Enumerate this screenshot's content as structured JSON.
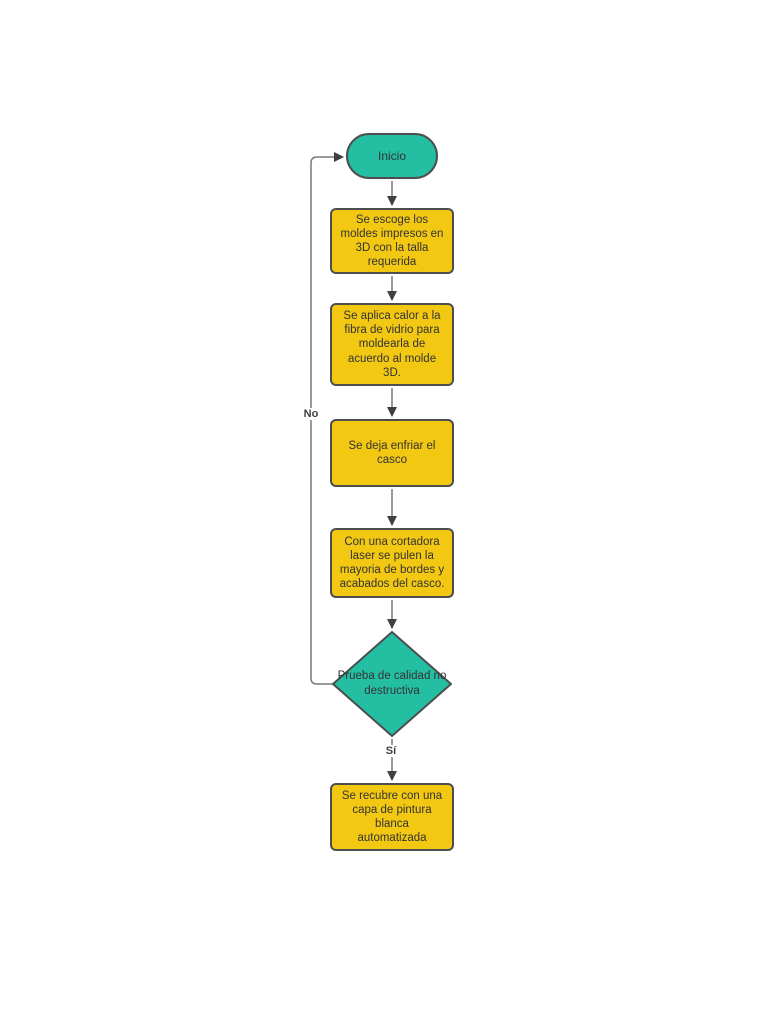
{
  "palette": {
    "page_bg": "#ffffff",
    "shape_teal": "#24bea3",
    "shape_yellow": "#f2c813",
    "shape_border": "#4d4d4d",
    "connector_line": "#787878",
    "arrowhead": "#3f3f3f",
    "label_text": "#333333"
  },
  "flowchart": {
    "nodes": [
      {
        "id": "start",
        "shape": "terminator",
        "label": "Inicio"
      },
      {
        "id": "select-molds",
        "shape": "process",
        "label": "Se escoge los moldes impresos en 3D con la talla requerida"
      },
      {
        "id": "apply-heat",
        "shape": "process",
        "label": "Se aplica calor a la fibra de vidrio para moldearla de acuerdo al molde 3D."
      },
      {
        "id": "cool-down",
        "shape": "process",
        "label": "Se deja enfriar el casco"
      },
      {
        "id": "laser-finish",
        "shape": "process",
        "label": "Con una cortadora laser se pulen la mayoria de bordes y acabados del casco."
      },
      {
        "id": "quality-test",
        "shape": "decision",
        "label": "Prueba de calidad no destructiva"
      },
      {
        "id": "paint-coat",
        "shape": "process",
        "label": "Se recubre con una capa de pintura blanca automatizada"
      }
    ],
    "edge_labels": {
      "no": "No",
      "yes": "Sí"
    },
    "edges": [
      {
        "from": "start",
        "to": "select-molds",
        "label": ""
      },
      {
        "from": "select-molds",
        "to": "apply-heat",
        "label": ""
      },
      {
        "from": "apply-heat",
        "to": "cool-down",
        "label": ""
      },
      {
        "from": "cool-down",
        "to": "laser-finish",
        "label": ""
      },
      {
        "from": "laser-finish",
        "to": "quality-test",
        "label": ""
      },
      {
        "from": "quality-test",
        "to": "paint-coat",
        "label": "Sí"
      },
      {
        "from": "quality-test",
        "to": "start",
        "label": "No"
      }
    ]
  }
}
